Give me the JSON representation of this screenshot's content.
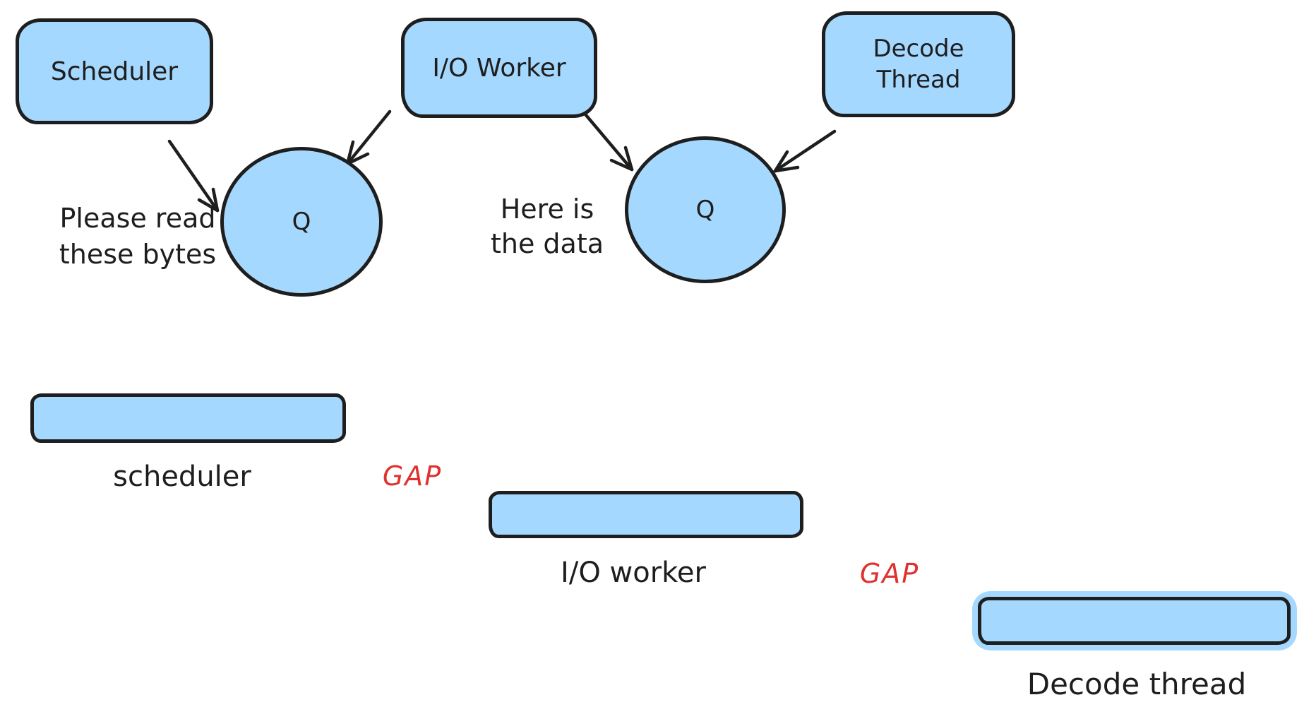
{
  "colors": {
    "fill_blue": "#a5d8ff",
    "stroke_dark": "#1e1e1e",
    "gap_red": "#e03131",
    "background": "#ffffff"
  },
  "flow": {
    "scheduler_box": "Scheduler",
    "io_worker_box": "I/O Worker",
    "decode_thread_box_line1": "Decode",
    "decode_thread_box_line2": "Thread",
    "queue1_label": "Q",
    "queue2_label": "Q",
    "note1_line1": "Please read",
    "note1_line2": "these bytes",
    "note2_line1": "Here is",
    "note2_line2": "the data"
  },
  "timeline": {
    "scheduler_label": "scheduler",
    "gap1_label": "GAP",
    "io_worker_label": "I/O worker",
    "gap2_label": "GAP",
    "decode_thread_label": "Decode thread"
  }
}
